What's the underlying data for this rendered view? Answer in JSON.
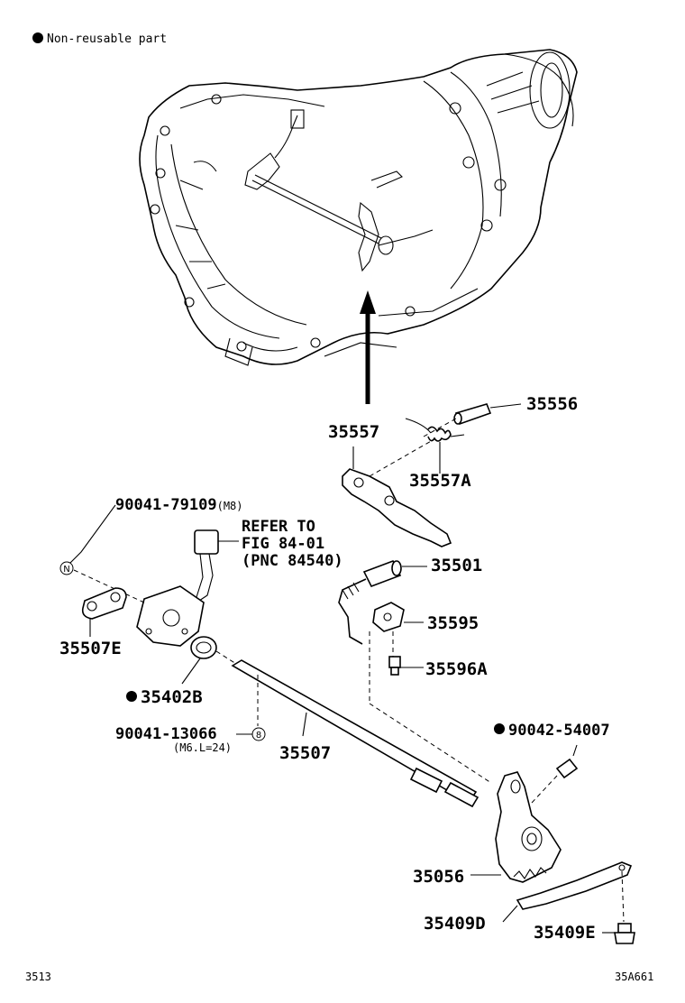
{
  "legend": {
    "symbol": "filled-circle",
    "text": "Non-reusable part"
  },
  "labels": {
    "p35556": "35556",
    "p35557": "35557",
    "p35557A": "35557A",
    "p90041_79109": "90041-79109",
    "p90041_79109_spec": "(M8)",
    "refer_line1": "REFER TO",
    "refer_line2": "FIG 84-01",
    "refer_line3": "(PNC 84540)",
    "p35501": "35501",
    "p35595": "35595",
    "p35507E": "35507E",
    "p35596A": "35596A",
    "p35402B": "35402B",
    "p90042_54007": "90042-54007",
    "p90041_13066": "90041-13066",
    "p90041_13066_spec": "(M6.L=24)",
    "p35507": "35507",
    "p35056": "35056",
    "p35409D": "35409D",
    "p35409E": "35409E"
  },
  "callout_marks": {
    "n_mark": "N",
    "eight_mark": "8"
  },
  "footer": {
    "left_code": "3513",
    "right_code": "35A661"
  },
  "non_reusable_parts": [
    "35402B",
    "90042-54007"
  ]
}
